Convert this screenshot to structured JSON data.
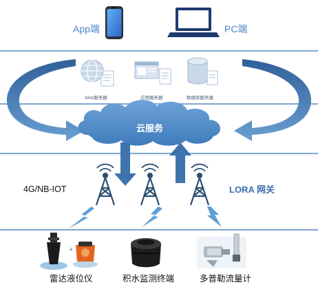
{
  "clients": {
    "app_label": "App端",
    "pc_label": "PC端"
  },
  "servers": {
    "web": "Web服务器",
    "app": "应用服务器",
    "db": "数据库服务器"
  },
  "cloud": {
    "label": "云服务"
  },
  "network": {
    "left_label": "4G/NB-IOT",
    "right_label": "LORA 网关"
  },
  "devices": {
    "radar": "雷达液位仪",
    "water": "积水监测终端",
    "doppler": "多普勒流量计"
  },
  "colors": {
    "line": "#7ea6cf",
    "arrow": "#3f6fa3",
    "cloud": "#4a86c4",
    "tower": "#2f4f72",
    "wireless": "#5f9fd6"
  }
}
